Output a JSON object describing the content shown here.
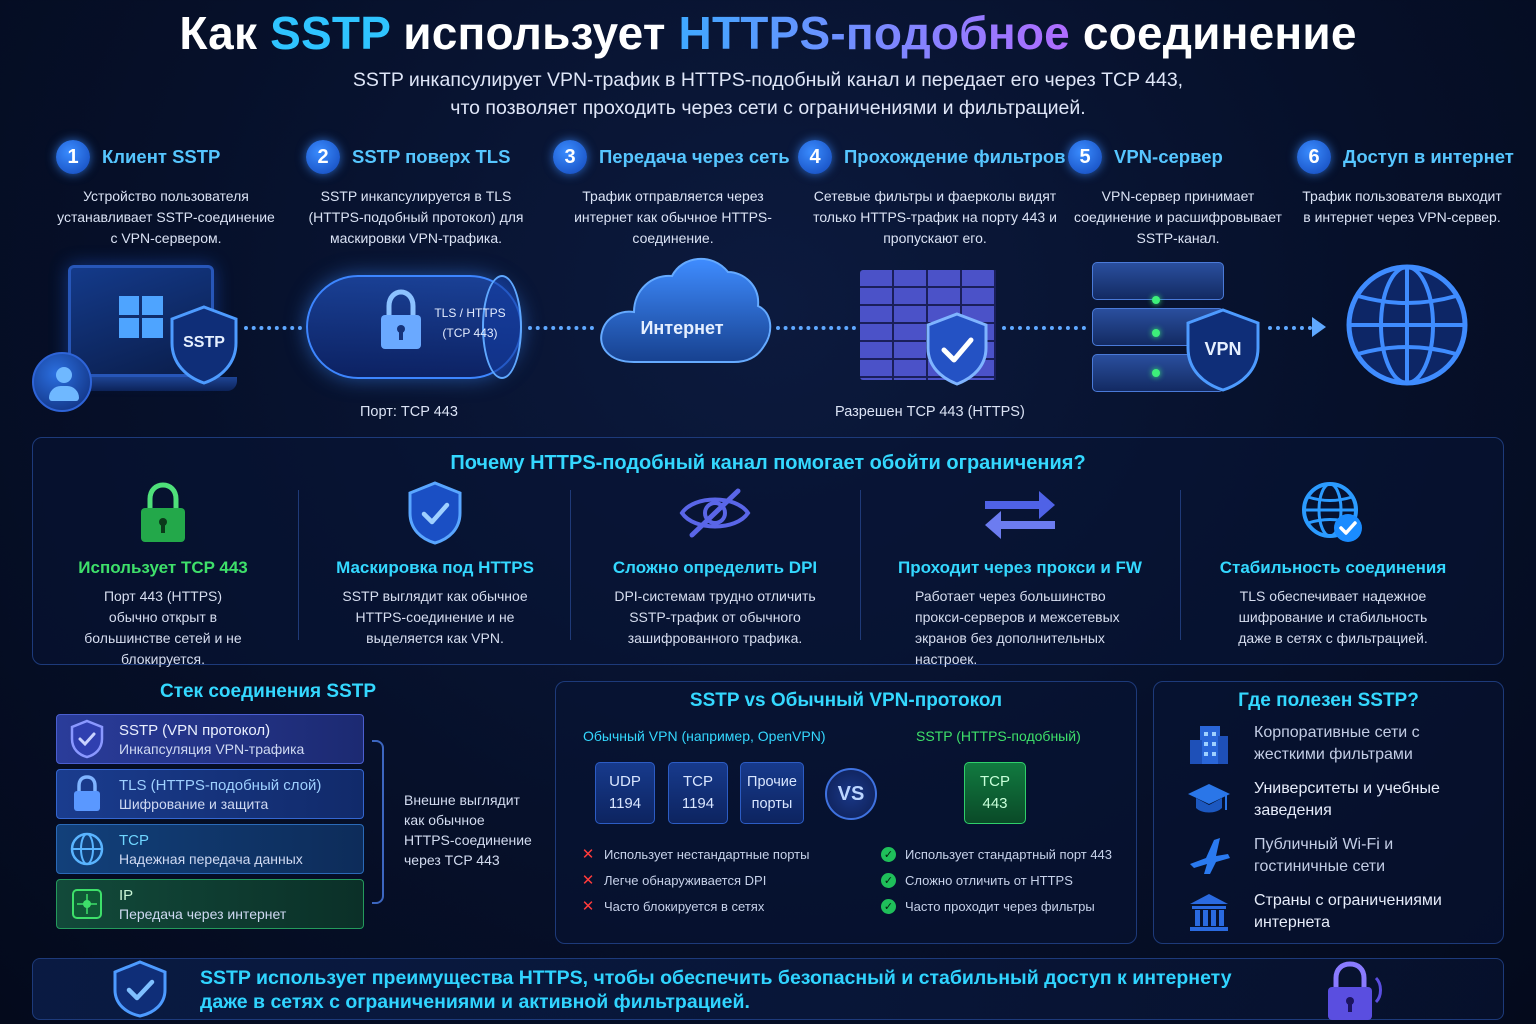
{
  "header": {
    "title_pre": "Как ",
    "title_hl1": "SSTP",
    "title_mid": " использует ",
    "title_hl2": "HTTPS-подобное",
    "title_post": " соединение",
    "subtitle_line1": "SSTP инкапсулирует VPN-трафик в HTTPS-подобный канал и передает его через TCP 443,",
    "subtitle_line2": "что позволяет проходить через сети с ограничениями и фильтрацией."
  },
  "steps": [
    {
      "num": "1",
      "title": "Клиент SSTP",
      "desc": "Устройство пользователя устанавливает SSTP-соединение с VPN-сервером."
    },
    {
      "num": "2",
      "title": "SSTP поверх TLS",
      "desc": "SSTP инкапсулируется в TLS (HTTPS-подобный протокол) для маскировки VPN-трафика."
    },
    {
      "num": "3",
      "title": "Передача через сеть",
      "desc": "Трафик отправляется через интернет как обычное HTTPS-соединение."
    },
    {
      "num": "4",
      "title": "Прохождение фильтров",
      "desc": "Сетевые фильтры и фаерколы видят только HTTPS-трафик на порту 443 и пропускают его."
    },
    {
      "num": "5",
      "title": "VPN-сервер",
      "desc": "VPN-сервер принимает соединение и расшифровывает SSTP-канал."
    },
    {
      "num": "6",
      "title": "Доступ в интернет",
      "desc": "Трафик пользователя выходит в интернет через VPN-сервер."
    }
  ],
  "flow": {
    "laptop_badge": "SSTP",
    "tunnel_label_1": "TLS / HTTPS",
    "tunnel_label_2": "(TCP 443)",
    "cloud_label": "Интернет",
    "server_badge": "VPN",
    "port_label": "Порт: TCP 443",
    "firewall_label": "Разрешен TCP 443 (HTTPS)"
  },
  "why": {
    "title": "Почему HTTPS-подобный канал помогает обойти ограничения?",
    "items": [
      {
        "title": "Использует TCP 443",
        "desc": "Порт 443 (HTTPS) обычно открыт в большинстве сетей и не блокируется.",
        "color": "#3ee06a",
        "icon": "lock-icon"
      },
      {
        "title": "Маскировка под HTTPS",
        "desc": "SSTP выглядит как обычное HTTPS-соединение и не выделяется как VPN.",
        "color": "#34d8ff",
        "icon": "shield-check-icon"
      },
      {
        "title": "Сложно определить DPI",
        "desc": "DPI-системам трудно отличить SSTP-трафик от обычного зашифрованного трафика.",
        "color": "#34d8ff",
        "icon": "eye-slash-icon"
      },
      {
        "title": "Проходит через прокси и FW",
        "desc": "Работает через большинство прокси-серверов и межсетевых экранов без дополнительных настроек.",
        "color": "#34d8ff",
        "icon": "swap-arrows-icon"
      },
      {
        "title": "Стабильность соединения",
        "desc": "TLS обеспечивает надежное шифрование и стабильность даже в сетях с фильтрацией.",
        "color": "#34d8ff",
        "icon": "globe-check-icon"
      }
    ]
  },
  "stack": {
    "title": "Стек соединения SSTP",
    "layers": [
      {
        "name": "SSTP (VPN протокол)",
        "desc": "Инкапсуляция VPN-трафика",
        "icon": "shield-icon"
      },
      {
        "name": "TLS (HTTPS-подобный слой)",
        "desc": "Шифрование и защита",
        "icon": "lock-icon"
      },
      {
        "name": "TCP",
        "desc": "Надежная передача данных",
        "icon": "globe-icon"
      },
      {
        "name": "IP",
        "desc": "Передача через интернет",
        "icon": "network-icon"
      }
    ],
    "note": "Внешне выглядит как обычное HTTPS-соединение через TCP 443"
  },
  "compare": {
    "title": "SSTP vs Обычный VPN-протокол",
    "left_title": "Обычный VPN (например, OpenVPN)",
    "right_title": "SSTP (HTTPS-подобный)",
    "vs": "VS",
    "left_ports": [
      {
        "l1": "UDP",
        "l2": "1194"
      },
      {
        "l1": "TCP",
        "l2": "1194"
      },
      {
        "l1": "Прочие",
        "l2": "порты"
      }
    ],
    "right_port": {
      "l1": "TCP",
      "l2": "443"
    },
    "left_cons": [
      "Использует нестандартные порты",
      "Легче обнаруживается DPI",
      "Часто блокируется в сетях"
    ],
    "right_pros": [
      "Использует стандартный порт 443",
      "Сложно отличить от HTTPS",
      "Часто проходит через фильтры"
    ]
  },
  "uses": {
    "title": "Где полезен SSTP?",
    "items": [
      {
        "text": "Корпоративные сети с жесткими фильтрами",
        "icon": "building-icon"
      },
      {
        "text": "Университеты и учебные заведения",
        "icon": "graduation-cap-icon"
      },
      {
        "text": "Публичный Wi-Fi и гостиничные сети",
        "icon": "airplane-icon"
      },
      {
        "text": "Страны с ограничениями интернета",
        "icon": "government-building-icon"
      }
    ]
  },
  "footer": {
    "line1": "SSTP использует преимущества HTTPS, чтобы обеспечить безопасный и стабильный доступ к интернету",
    "line2": "даже в сетях с ограничениями и активной фильтрацией."
  }
}
